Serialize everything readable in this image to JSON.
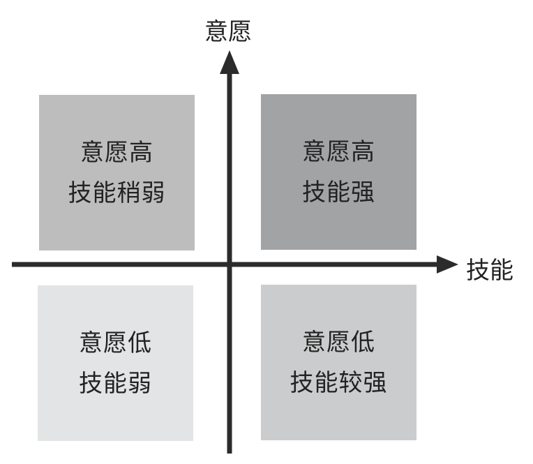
{
  "axes": {
    "y_label": "意愿",
    "x_label": "技能"
  },
  "quadrants": {
    "top_left": {
      "line1": "意愿高",
      "line2": "技能稍弱",
      "color": "#bdbdbe"
    },
    "top_right": {
      "line1": "意愿高",
      "line2": "技能强",
      "color": "#a2a3a4"
    },
    "bottom_left": {
      "line1": "意愿低",
      "line2": "技能弱",
      "color": "#e3e4e5"
    },
    "bottom_right": {
      "line1": "意愿低",
      "line2": "技能较强",
      "color": "#cbcccd"
    }
  },
  "colors": {
    "axis": "#2b2b2b",
    "text": "#222222",
    "background": "#ffffff"
  }
}
